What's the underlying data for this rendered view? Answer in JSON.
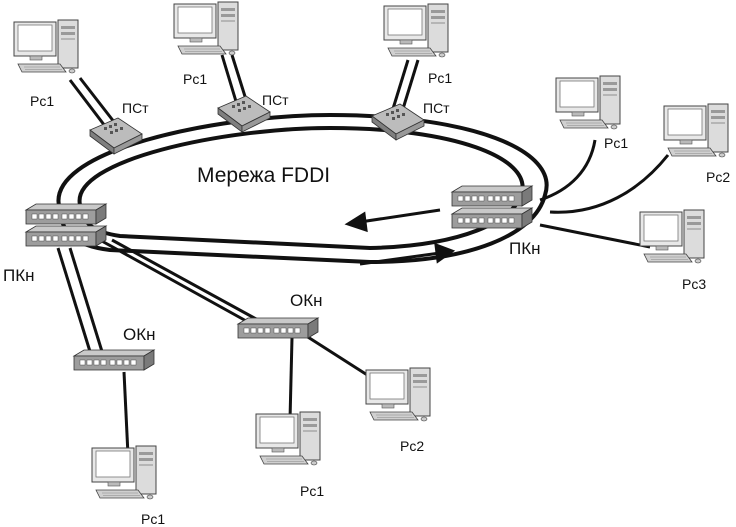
{
  "diagram": {
    "title": "Мережа FDDI",
    "labels": {
      "ps": "ПСт",
      "pk": "ПКн",
      "ok": "ОКн",
      "pc1": "Рс1",
      "pc2": "Рс2",
      "pc3": "Рс3"
    }
  }
}
